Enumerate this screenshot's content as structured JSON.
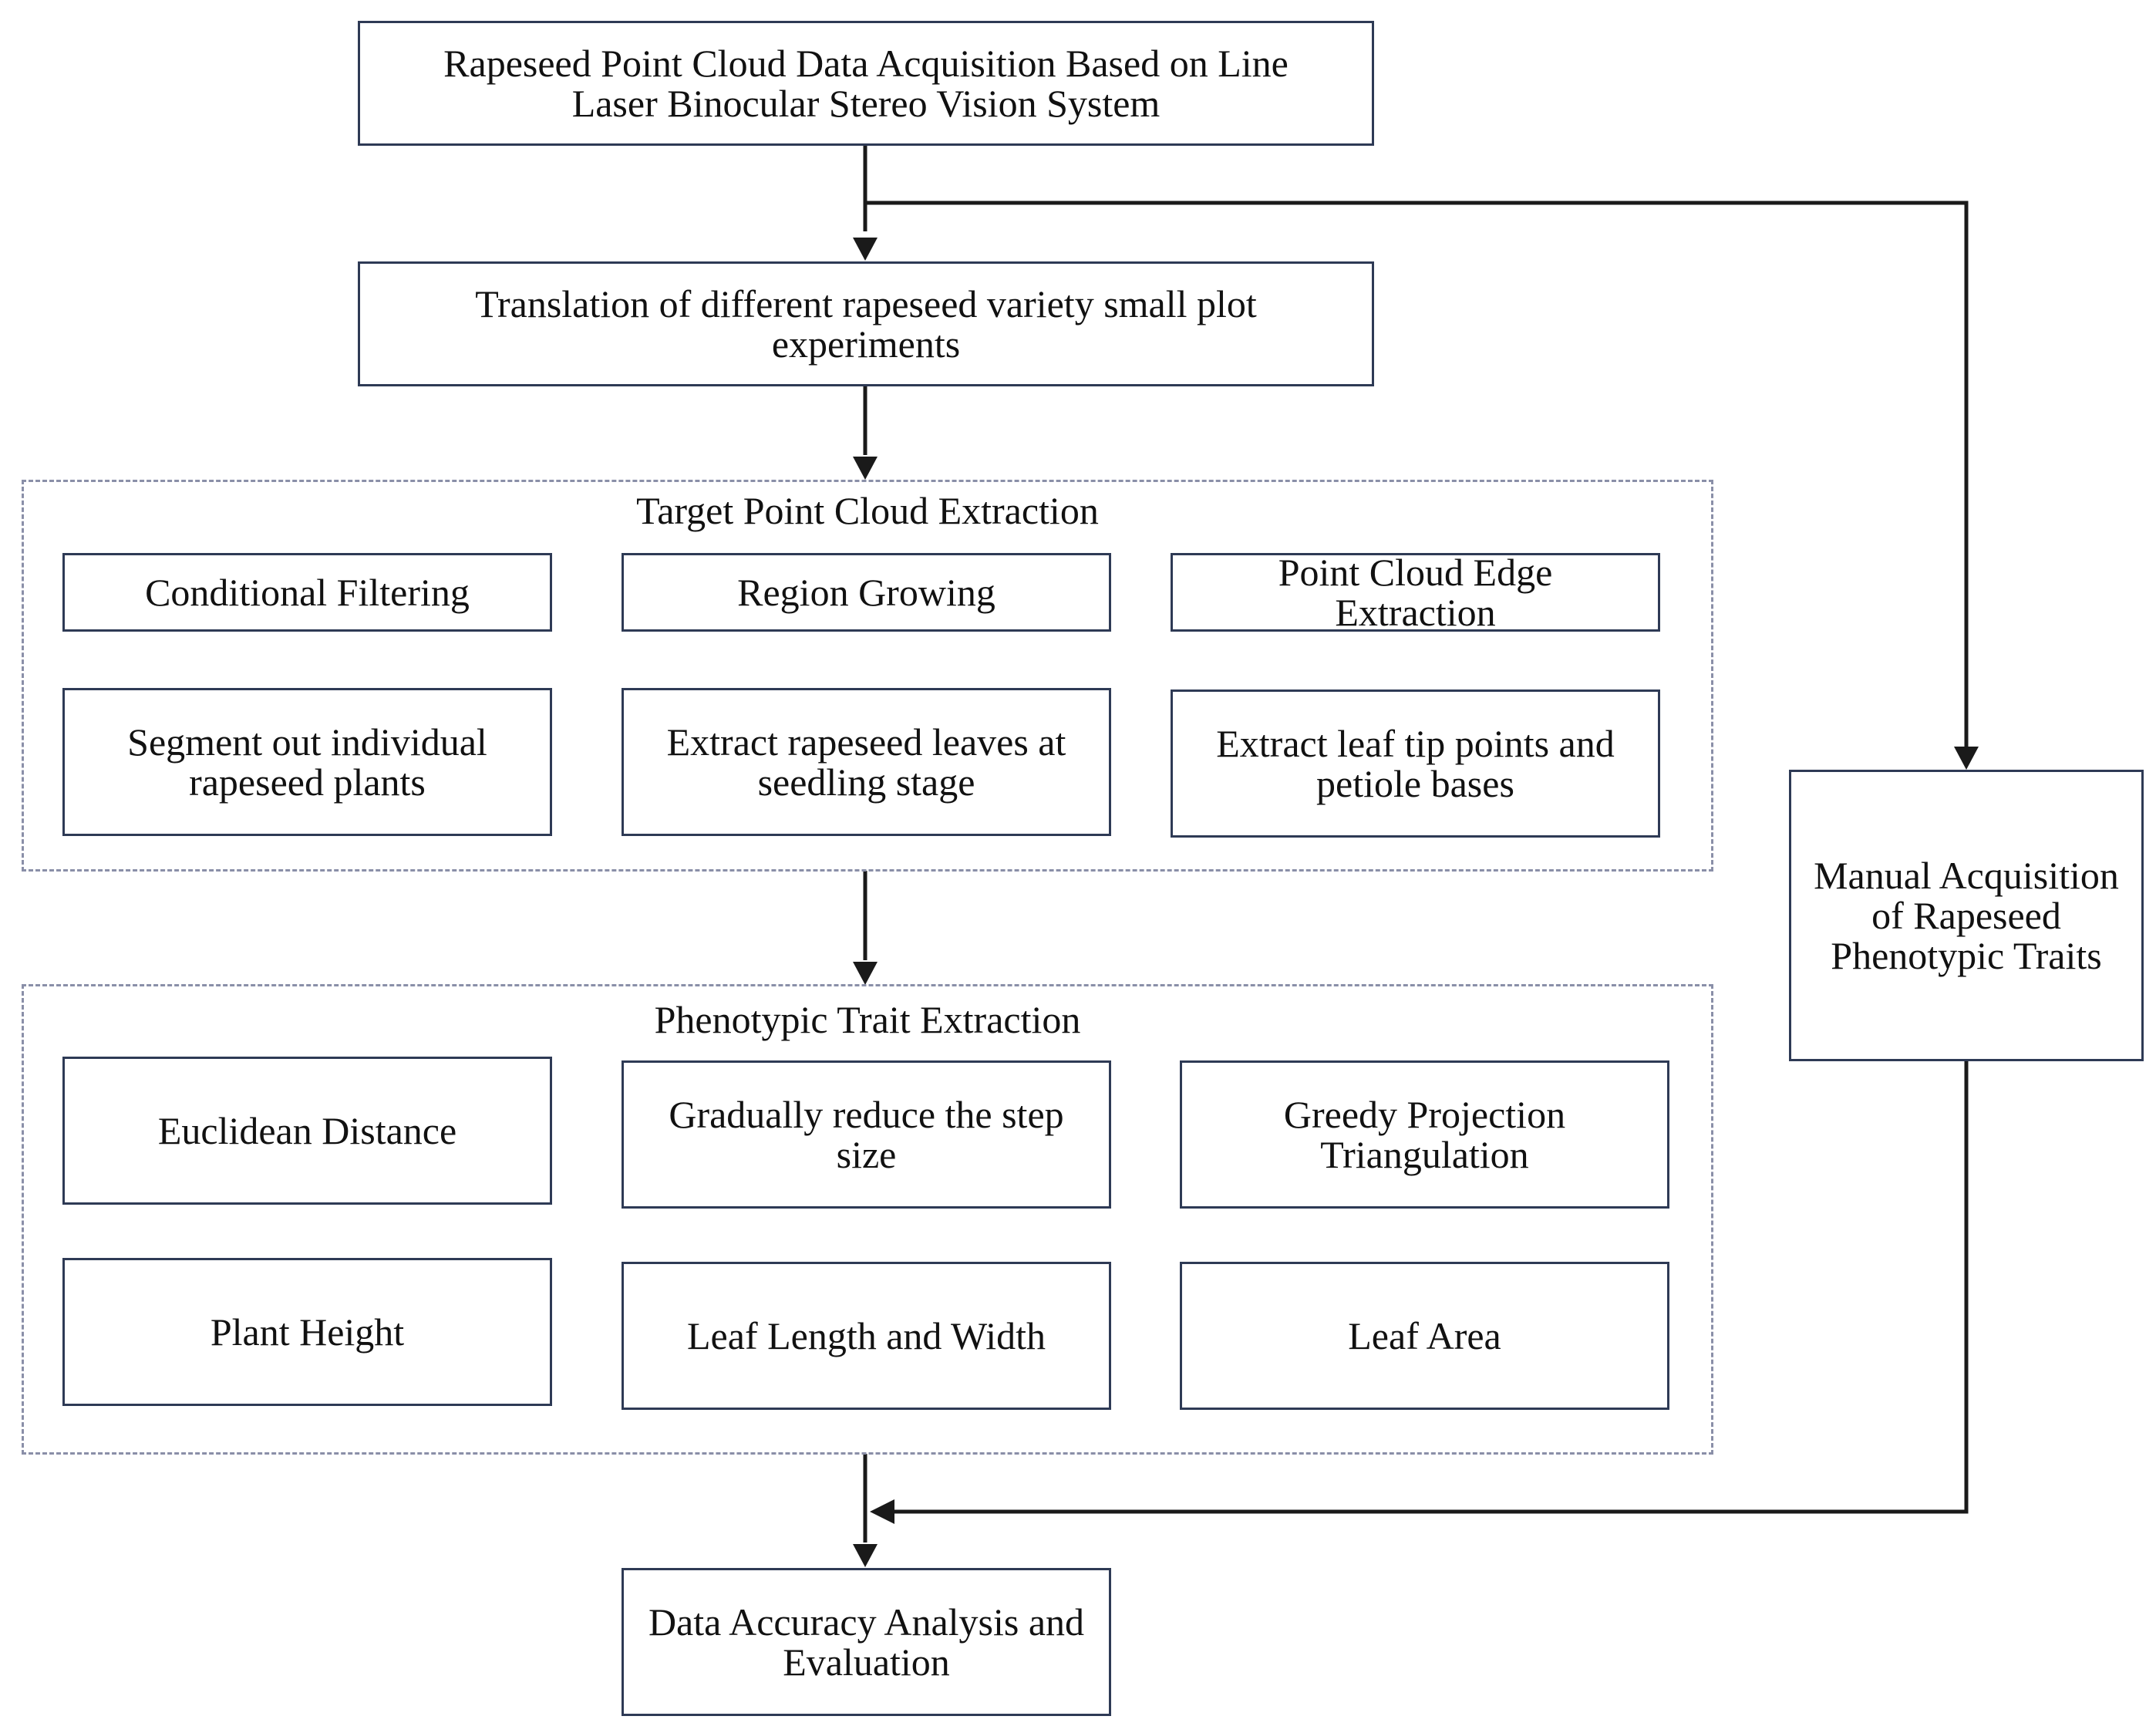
{
  "nodes": {
    "acquisition": "Rapeseed Point Cloud Data Acquisition Based on Line\nLaser Binocular Stereo Vision System",
    "translation": "Translation of different rapeseed variety small plot\nexperiments",
    "manual": "Manual Acquisition\nof Rapeseed\nPhenotypic Traits",
    "evaluation": "Data Accuracy Analysis and\nEvaluation"
  },
  "target_group": {
    "title": "Target Point Cloud Extraction",
    "items": [
      "Conditional Filtering",
      "Region Growing",
      "Point Cloud Edge\nExtraction",
      "Segment out individual\nrapeseed plants",
      "Extract rapeseed leaves at\nseedling stage",
      "Extract leaf tip points and\npetiole bases"
    ]
  },
  "phenotypic_group": {
    "title": "Phenotypic Trait Extraction",
    "items": [
      "Euclidean Distance",
      "Gradually reduce the step\nsize",
      "Greedy Projection\nTriangulation",
      "Plant Height",
      "Leaf Length and Width",
      "Leaf Area"
    ]
  },
  "colors": {
    "box_border": "#2e3a55",
    "group_border": "#8a8fa8",
    "arrow": "#1a1a1a"
  }
}
